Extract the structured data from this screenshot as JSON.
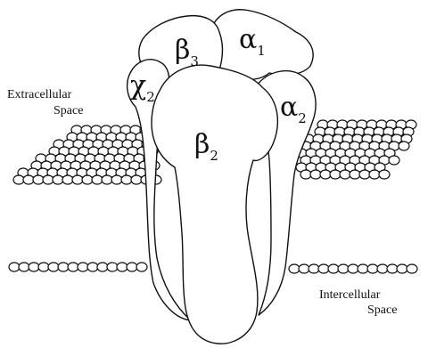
{
  "labels": {
    "extracellular_line1": "Extracellular",
    "extracellular_line2": "Space",
    "intercellular_line1": "Intercellular",
    "intercellular_line2": "Space"
  },
  "subunits": {
    "beta3": {
      "symbol": "β",
      "index": "3"
    },
    "alpha1": {
      "symbol": "α",
      "index": "1"
    },
    "chi2": {
      "symbol": "χ",
      "index": "2"
    },
    "alpha2": {
      "symbol": "α",
      "index": "2"
    },
    "beta2": {
      "symbol": "β",
      "index": "2"
    }
  },
  "colors": {
    "line": "#111111",
    "fill": "#ffffff"
  }
}
